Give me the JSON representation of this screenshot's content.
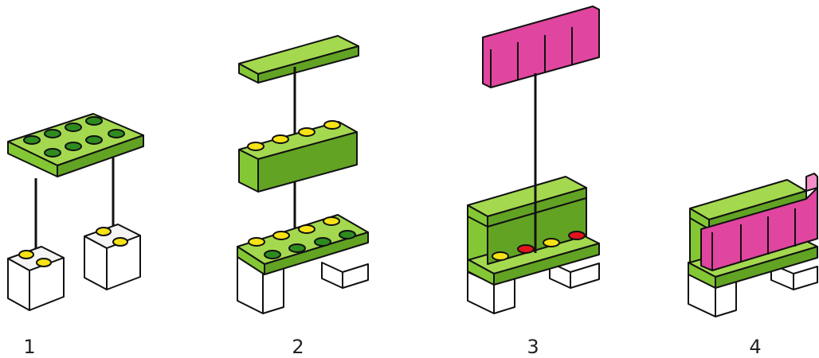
{
  "steps": [
    {
      "number": "1"
    },
    {
      "number": "2"
    },
    {
      "number": "3"
    },
    {
      "number": "4"
    }
  ],
  "colors": {
    "green_top": "#9ad34a",
    "green_front": "#7dc330",
    "green_side": "#5f9e22",
    "green_stud": "#2b8a1e",
    "pink_front": "#e0459f",
    "pink_top": "#f07ac0",
    "white": "#ffffff",
    "stud_yellow": "#f7e315",
    "stud_red": "#e3131b",
    "outline": "#111111"
  }
}
